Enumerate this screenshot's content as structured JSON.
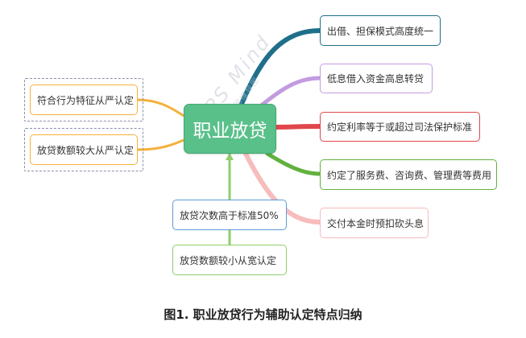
{
  "center": {
    "label": "职业放贷",
    "color": "#5ac08a"
  },
  "right_nodes": [
    {
      "label": "出借、担保模式高度统一",
      "color": "#1f6f8b"
    },
    {
      "label": "低息借入资金高息转贷",
      "color": "#c39be0"
    },
    {
      "label": "约定利率等于或超过司法保护标准",
      "color": "#e0474c"
    },
    {
      "label": "约定了服务费、咨询费、管理费等费用",
      "color": "#62b13e"
    },
    {
      "label": "交付本金时预扣砍头息",
      "color": "#f7bcbc"
    }
  ],
  "left_nodes": [
    {
      "label": "符合行为特征从严认定",
      "color": "#f4b13b"
    },
    {
      "label": "放贷数额较大从严认定",
      "color": "#f4b13b"
    }
  ],
  "bottom_nodes": [
    {
      "label": "放贷次数高于标准50%",
      "color": "#5b9bd5"
    },
    {
      "label": "放贷数额较小从宽认定",
      "color": "#8fce6a"
    }
  ],
  "caption": "图1. 职业放贷行为辅助认定特点归纳",
  "watermark": {
    "brand": "WPS Mind",
    "sub": "WPS脑图·思维导图"
  }
}
